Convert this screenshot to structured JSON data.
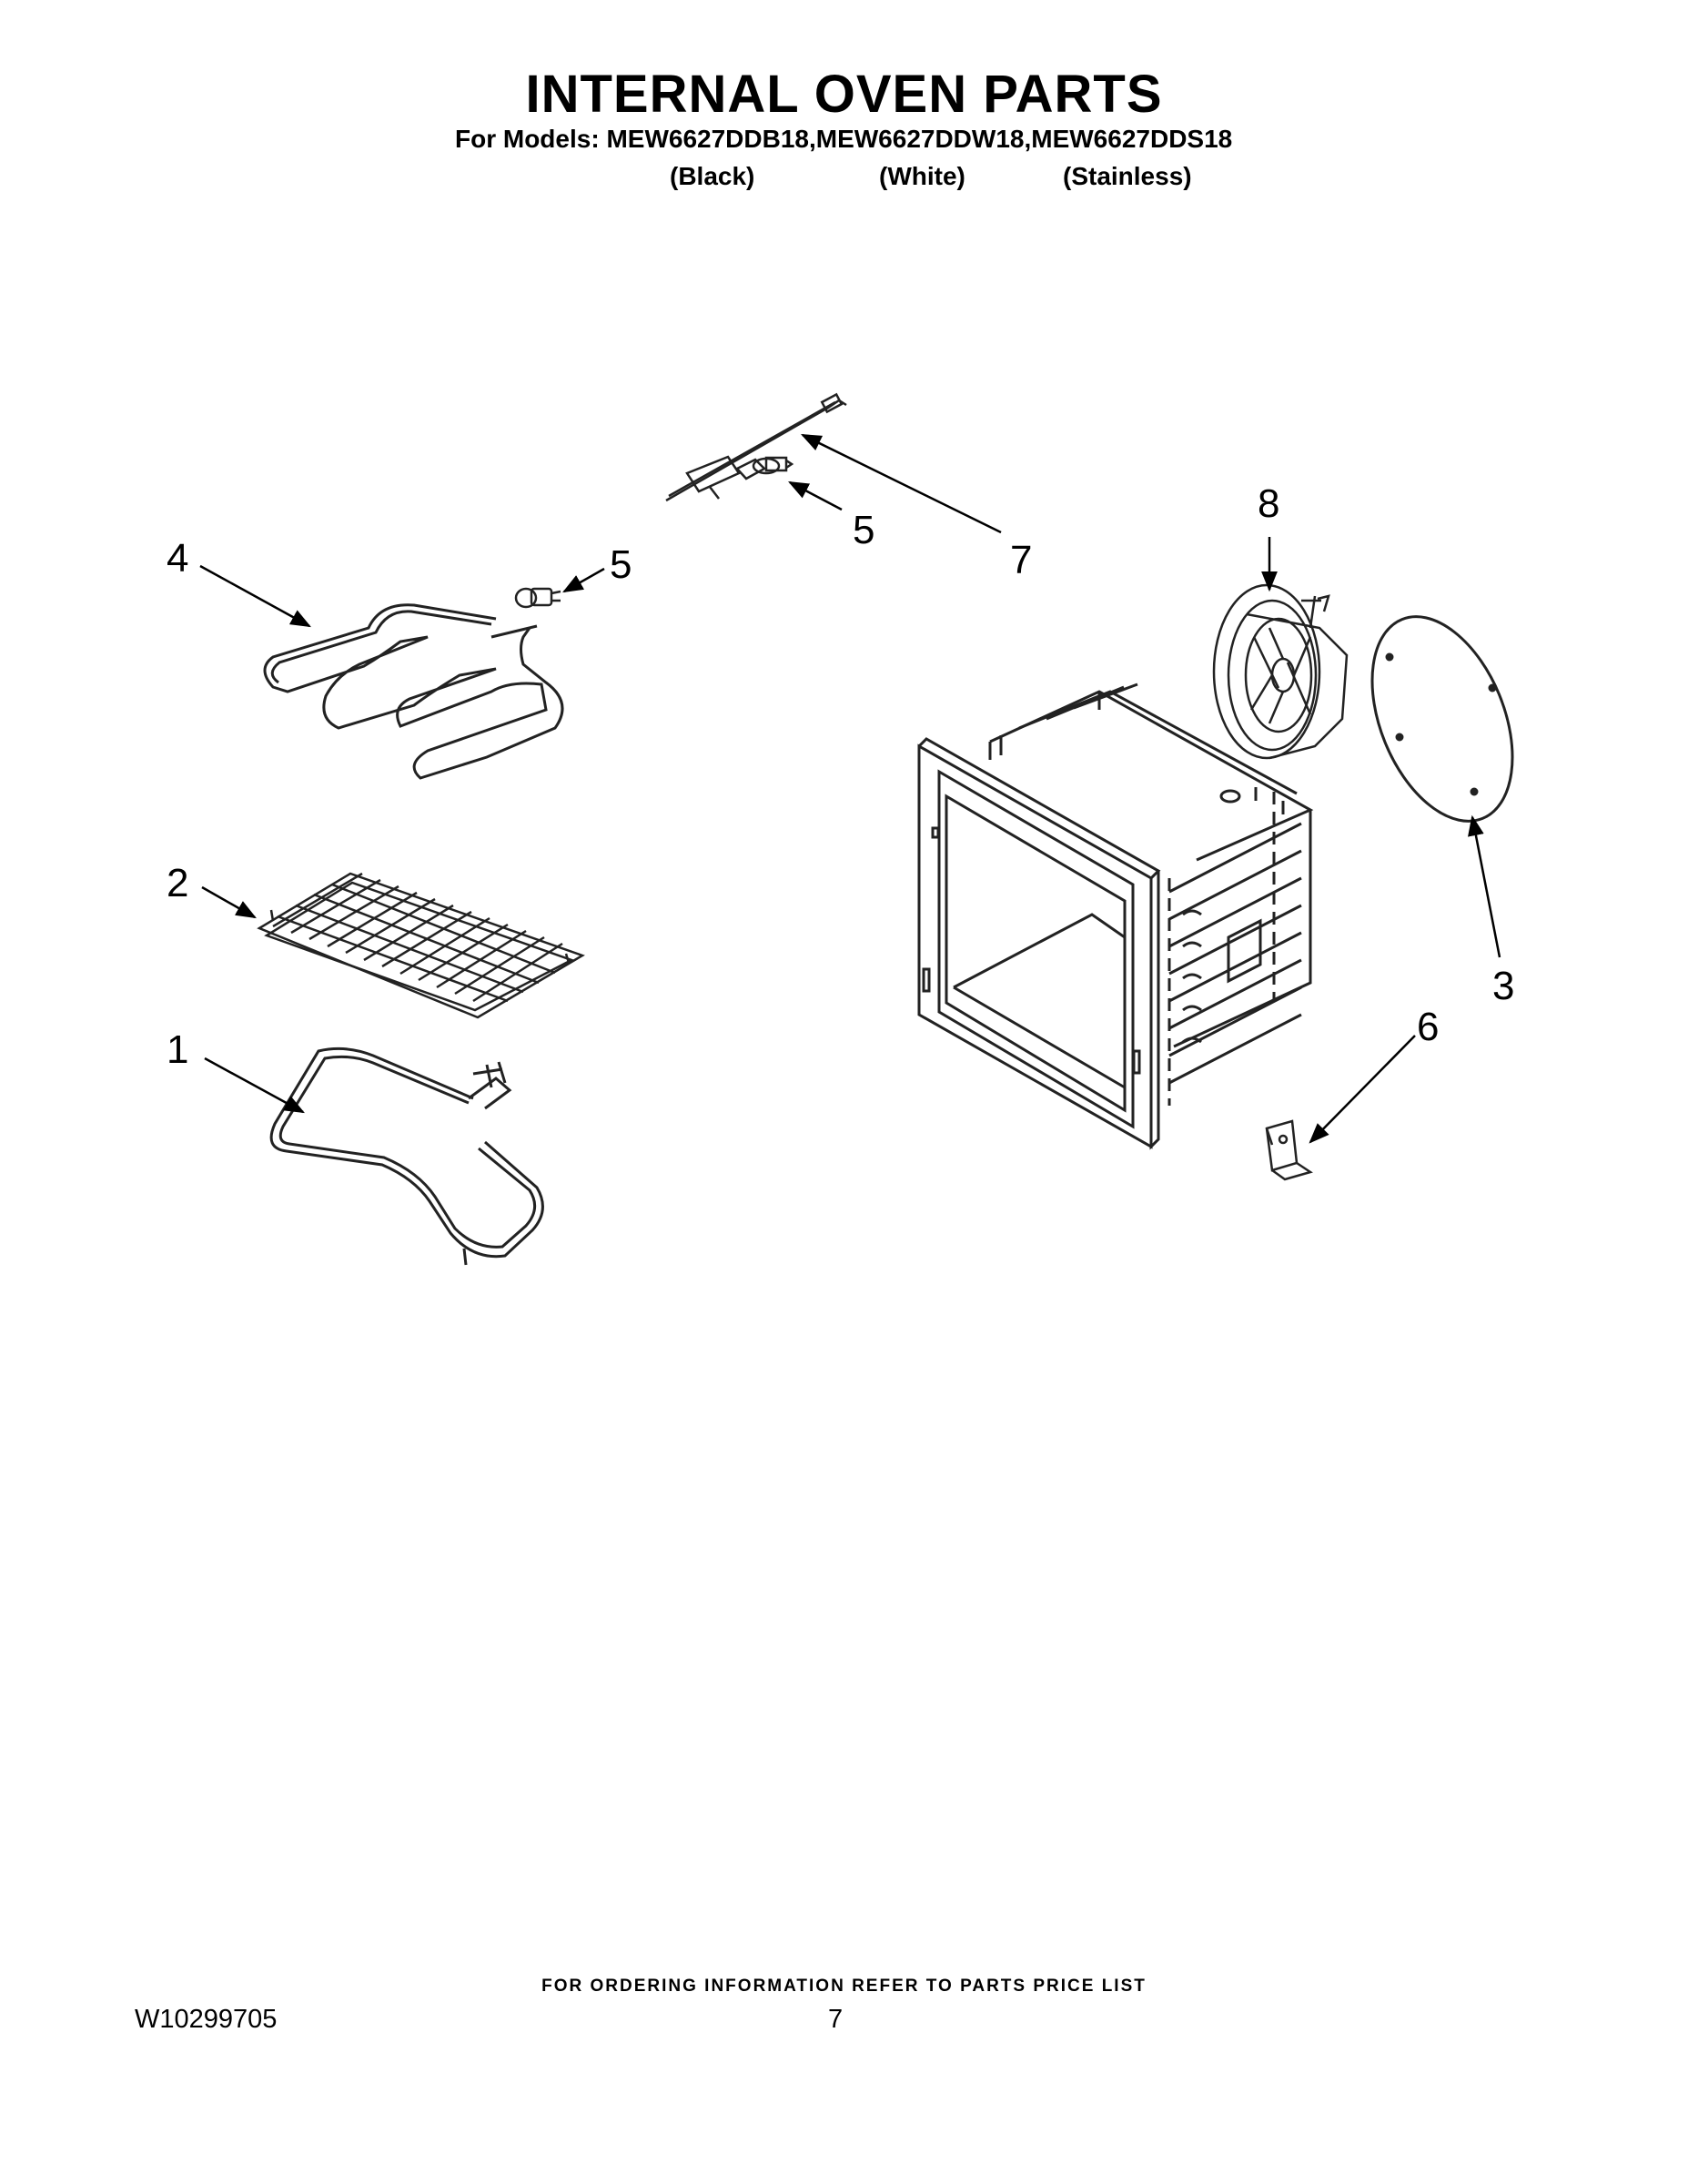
{
  "header": {
    "title": "INTERNAL OVEN PARTS",
    "models_line": "For Models: MEW6627DDB18,MEW6627DDW18,MEW6627DDS18",
    "variants": [
      "(Black)",
      "(White)",
      "(Stainless)"
    ]
  },
  "callouts": {
    "c1": "1",
    "c2": "2",
    "c3": "3",
    "c4": "4",
    "c5a": "5",
    "c5b": "5",
    "c6": "6",
    "c7": "7",
    "c8": "8"
  },
  "footer": {
    "note": "FOR ORDERING INFORMATION REFER TO PARTS PRICE LIST",
    "doc_number": "W10299705",
    "page_number": "7"
  }
}
